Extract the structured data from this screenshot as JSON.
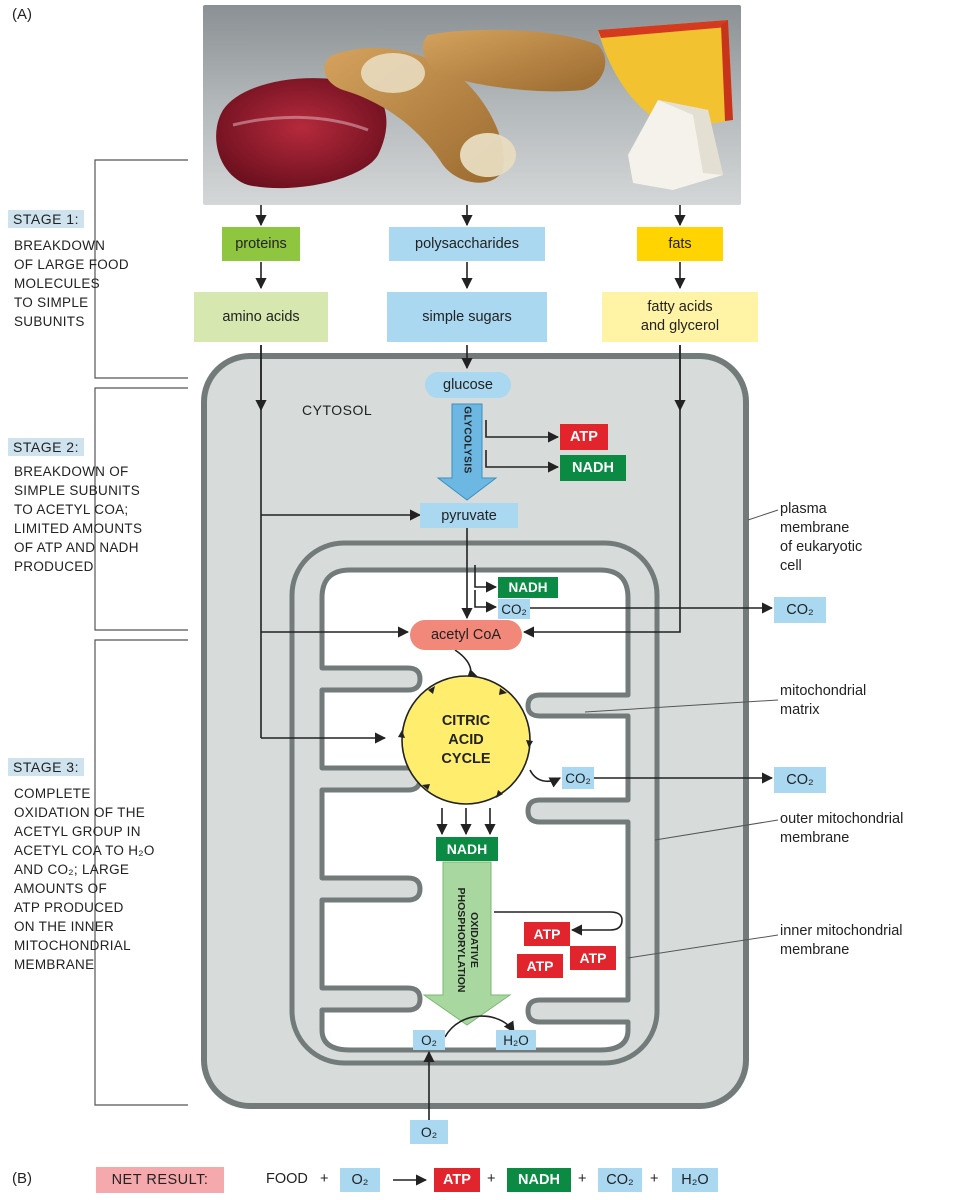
{
  "panels": {
    "a": "(A)",
    "b": "(B)"
  },
  "stages": [
    {
      "tag": "STAGE 1:",
      "desc": "BREAKDOWN\nOF LARGE FOOD\nMOLECULES\nTO SIMPLE\nSUBUNITS"
    },
    {
      "tag": "STAGE 2:",
      "desc": "BREAKDOWN OF\nSIMPLE SUBUNITS\nTO ACETYL CoA;\nLIMITED AMOUNTS\nOF ATP AND NADH\nPRODUCED"
    },
    {
      "tag": "STAGE 3:",
      "desc": "COMPLETE\nOXIDATION OF THE\nACETYL GROUP IN\nACETYL CoA TO H₂O\nAND CO₂; LARGE\nAMOUNTS OF\nATP PRODUCED\nON THE INNER\nMITOCHONDRIAL\nMEMBRANE"
    }
  ],
  "macromolecules": {
    "proteins": "proteins",
    "polysaccharides": "polysaccharides",
    "fats": "fats"
  },
  "subunits": {
    "amino_acids": "amino acids",
    "simple_sugars": "simple sugars",
    "fatty_acids": "fatty acids\nand glycerol"
  },
  "cytosol": "CYTOSOL",
  "molecules": {
    "glucose": "glucose",
    "glycolysis": "GLYCOLYSIS",
    "atp": "ATP",
    "nadh": "NADH",
    "pyruvate": "pyruvate",
    "co2": "CO₂",
    "acetyl_coa": "acetyl CoA",
    "citric": "CITRIC",
    "acid": "ACID",
    "cycle": "CYCLE",
    "oxidative": "OXIDATIVE",
    "phosphorylation": "PHOSPHORYLATION",
    "o2": "O₂",
    "h2o": "H₂O"
  },
  "side_labels": {
    "plasma_membrane": "plasma\nmembrane\nof eukaryotic\ncell",
    "matrix": "mitochondrial\nmatrix",
    "outer_membrane": "outer mitochondrial\nmembrane",
    "inner_membrane": "inner mitochondrial\nmembrane"
  },
  "net_result": {
    "label": "NET RESULT:",
    "food": "FOOD",
    "plus": "+",
    "o2": "O₂",
    "atp": "ATP",
    "nadh": "NADH",
    "co2": "CO₂",
    "h2o": "H₂O"
  },
  "colors": {
    "protein_green": "#8ec63f",
    "sugar_blue": "#a9d8f0",
    "fat_yellow": "#ffd400",
    "light_green": "#d6e8b0",
    "light_blue": "#cde8f5",
    "light_yellow": "#fff3a6",
    "atp_red": "#e2242c",
    "nadh_green": "#0a8a43",
    "acetyl_salmon": "#f2887a",
    "cycle_yellow": "#ffee6e",
    "cytosol_grey": "#d7dcdb",
    "membrane_grey": "#727a7a",
    "net_pink": "#f5a9ad"
  }
}
